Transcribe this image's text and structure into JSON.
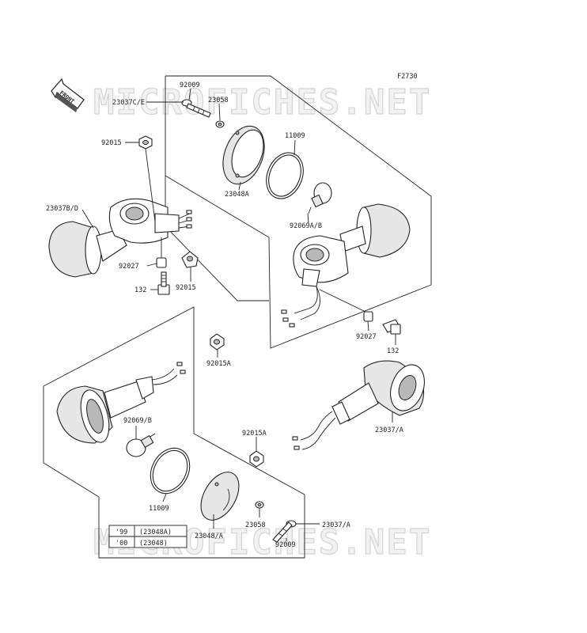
{
  "figure_code": "F2730",
  "front_label": "FRONT",
  "watermark": "MICROFICHES.NET",
  "labels": {
    "p92009_top": "92009",
    "p23037ce": "23037C/E",
    "p23058_top": "23058",
    "p92015_topleft": "92015",
    "p11009_top": "11009",
    "p23037bd": "23037B/D",
    "p23048a": "23048A",
    "p92069ab": "92069A/B",
    "p92027_left": "92027",
    "p132_left": "132",
    "p92015_mid": "92015",
    "p92027_right": "92027",
    "p132_right": "132",
    "p92015a_top": "92015A",
    "p92069b": "92069/B",
    "p92015a_mid": "92015A",
    "p23037a_right": "23037/A",
    "p11009_bottom": "11009",
    "p23058_bottom": "23058",
    "p23037a_bottom": "23037/A",
    "p23048a_bottom": "23048/A",
    "p92009_bottom": "92009"
  },
  "year_table": [
    {
      "year": "'99",
      "part": "(23048A)"
    },
    {
      "year": "'00",
      "part": "(23048)"
    }
  ]
}
